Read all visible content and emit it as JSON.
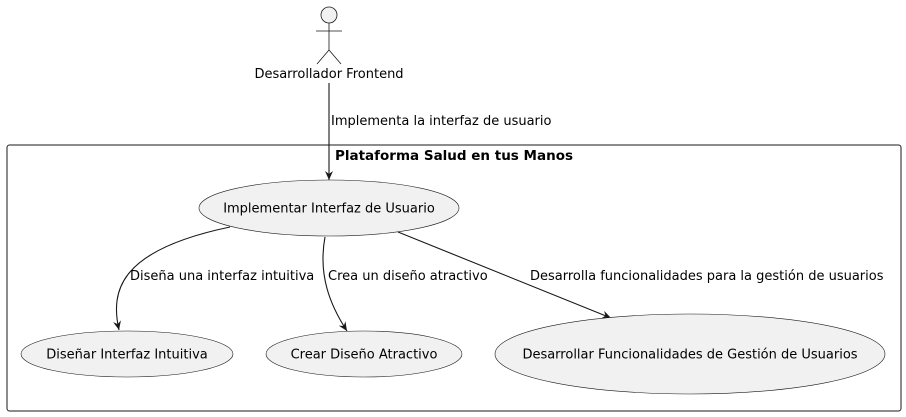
{
  "diagram": {
    "type": "use-case",
    "actor": {
      "name": "Desarrollador Frontend"
    },
    "system": {
      "title": "Plataforma Salud en tus Manos"
    },
    "use_cases": {
      "main": "Implementar Interfaz de Usuario",
      "uc1": "Diseñar Interfaz Intuitiva",
      "uc2": "Crear Diseño Atractivo",
      "uc3": "Desarrollar Funcionalidades de Gestión de Usuarios"
    },
    "relations": {
      "actor_main": "Implementa la interfaz de usuario",
      "main_uc1": "Diseña una interfaz intuitiva",
      "main_uc2": "Crea un diseño atractivo",
      "main_uc3": "Desarrolla funcionalidades para la gestión de usuarios"
    },
    "colors": {
      "use_case_fill": "#f1f1f1",
      "stroke": "#181818",
      "background": "#ffffff"
    }
  }
}
